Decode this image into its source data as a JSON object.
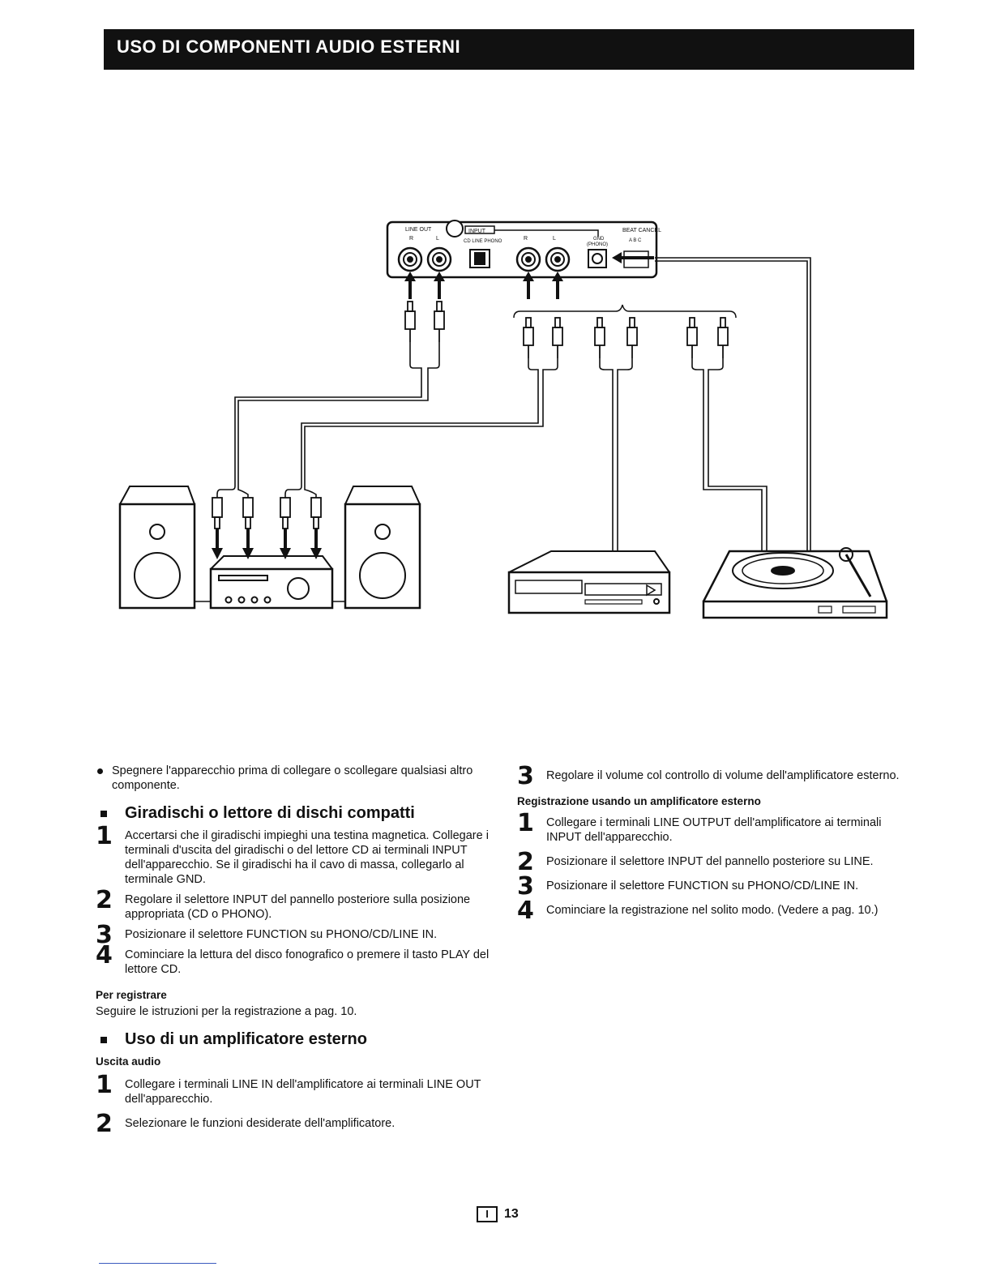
{
  "header": {
    "title": "USO DI COMPONENTI AUDIO ESTERNI"
  },
  "diagram": {
    "panel_labels": {
      "line_out": "LINE OUT",
      "line_out_r": "R",
      "line_out_l": "L",
      "input": "INPUT",
      "input_selector": "CD LINE PHONO",
      "input_r": "R",
      "input_l": "L",
      "gnd": "GND",
      "gnd_sub": "(PHONO)",
      "beat_cancel": "BEAT CANCEL",
      "beat_abc": "A B C"
    }
  },
  "left_column": {
    "note": "Spegnere l'apparecchio prima di collegare o scollegare qualsiasi altro componente.",
    "section1": {
      "title": "Giradischi o lettore di dischi compatti",
      "steps": [
        {
          "num": "1",
          "text": "Accertarsi che il giradischi impieghi una testina magnetica. Collegare i terminali d'uscita del giradischi o del lettore CD ai terminali INPUT dell'apparecchio. Se il giradischi ha il cavo di massa, collegarlo al terminale GND."
        },
        {
          "num": "2",
          "text": "Regolare il selettore INPUT del pannello posteriore sulla posizione appropriata (CD o PHONO)."
        },
        {
          "num": "3",
          "text": "Posizionare il selettore FUNCTION su PHONO/CD/LINE IN."
        },
        {
          "num": "4",
          "text": "Cominciare la lettura del disco fonografico o premere il tasto PLAY del lettore CD."
        }
      ],
      "record_head": "Per registrare",
      "record_text": "Seguire le istruzioni per la registrazione a pag. 10."
    },
    "section2": {
      "title": "Uso di un amplificatore esterno",
      "sub_head": "Uscita audio",
      "steps": [
        {
          "num": "1",
          "text": "Collegare i terminali LINE IN dell'amplificatore ai terminali LINE OUT dell'apparecchio."
        },
        {
          "num": "2",
          "text": "Selezionare le funzioni desiderate dell'amplificatore."
        }
      ]
    }
  },
  "right_column": {
    "step3": {
      "num": "3",
      "text": "Regolare il volume col controllo di volume dell'amplificatore esterno."
    },
    "rec_head": "Registrazione usando un amplificatore esterno",
    "steps": [
      {
        "num": "1",
        "text": "Collegare i terminali LINE OUTPUT dell'amplificatore ai terminali INPUT dell'apparecchio."
      },
      {
        "num": "2",
        "text": "Posizionare il selettore INPUT del pannello posteriore su LINE."
      },
      {
        "num": "3",
        "text": "Posizionare il selettore FUNCTION su PHONO/CD/LINE IN."
      },
      {
        "num": "4",
        "text": "Cominciare la registrazione nel solito modo. (Vedere a pag. 10.)"
      }
    ]
  },
  "footer": {
    "lang_box": "I",
    "page_number": "13"
  }
}
